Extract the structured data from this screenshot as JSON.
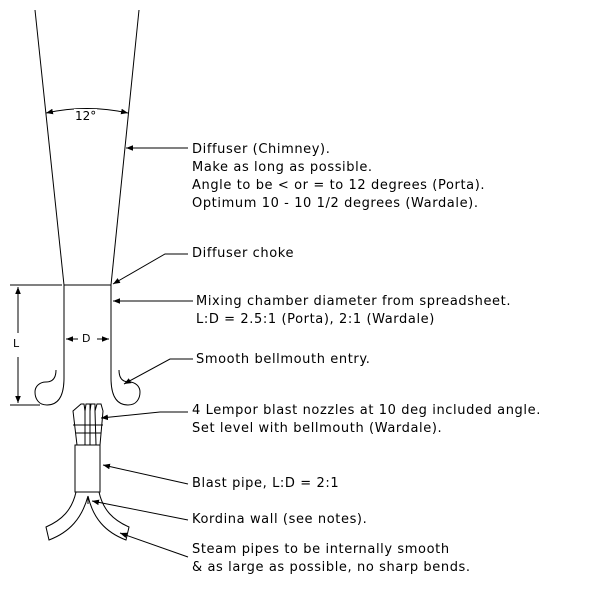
{
  "dimensions": {
    "angle": "12°",
    "L": "L",
    "D": "D"
  },
  "annotations": {
    "diffuser": {
      "line1": "Diffuser (Chimney).",
      "line2": "Make as long as possible.",
      "line3": "Angle to be < or = to 12 degrees (Porta).",
      "line4": "Optimum 10 - 10 1/2 degrees (Wardale)."
    },
    "choke": "Diffuser choke",
    "mixing": {
      "line1": "Mixing chamber diameter from spreadsheet.",
      "line2": "L:D = 2.5:1 (Porta), 2:1 (Wardale)"
    },
    "bellmouth": "Smooth bellmouth entry.",
    "nozzles": {
      "line1": "4 Lempor blast nozzles at 10 deg included angle.",
      "line2": "Set level with bellmouth (Wardale)."
    },
    "blastpipe": "Blast pipe, L:D = 2:1",
    "kordina": "Kordina wall (see notes).",
    "steam": {
      "line1": "Steam pipes to be internally smooth",
      "line2": "& as large as possible, no sharp bends."
    }
  }
}
